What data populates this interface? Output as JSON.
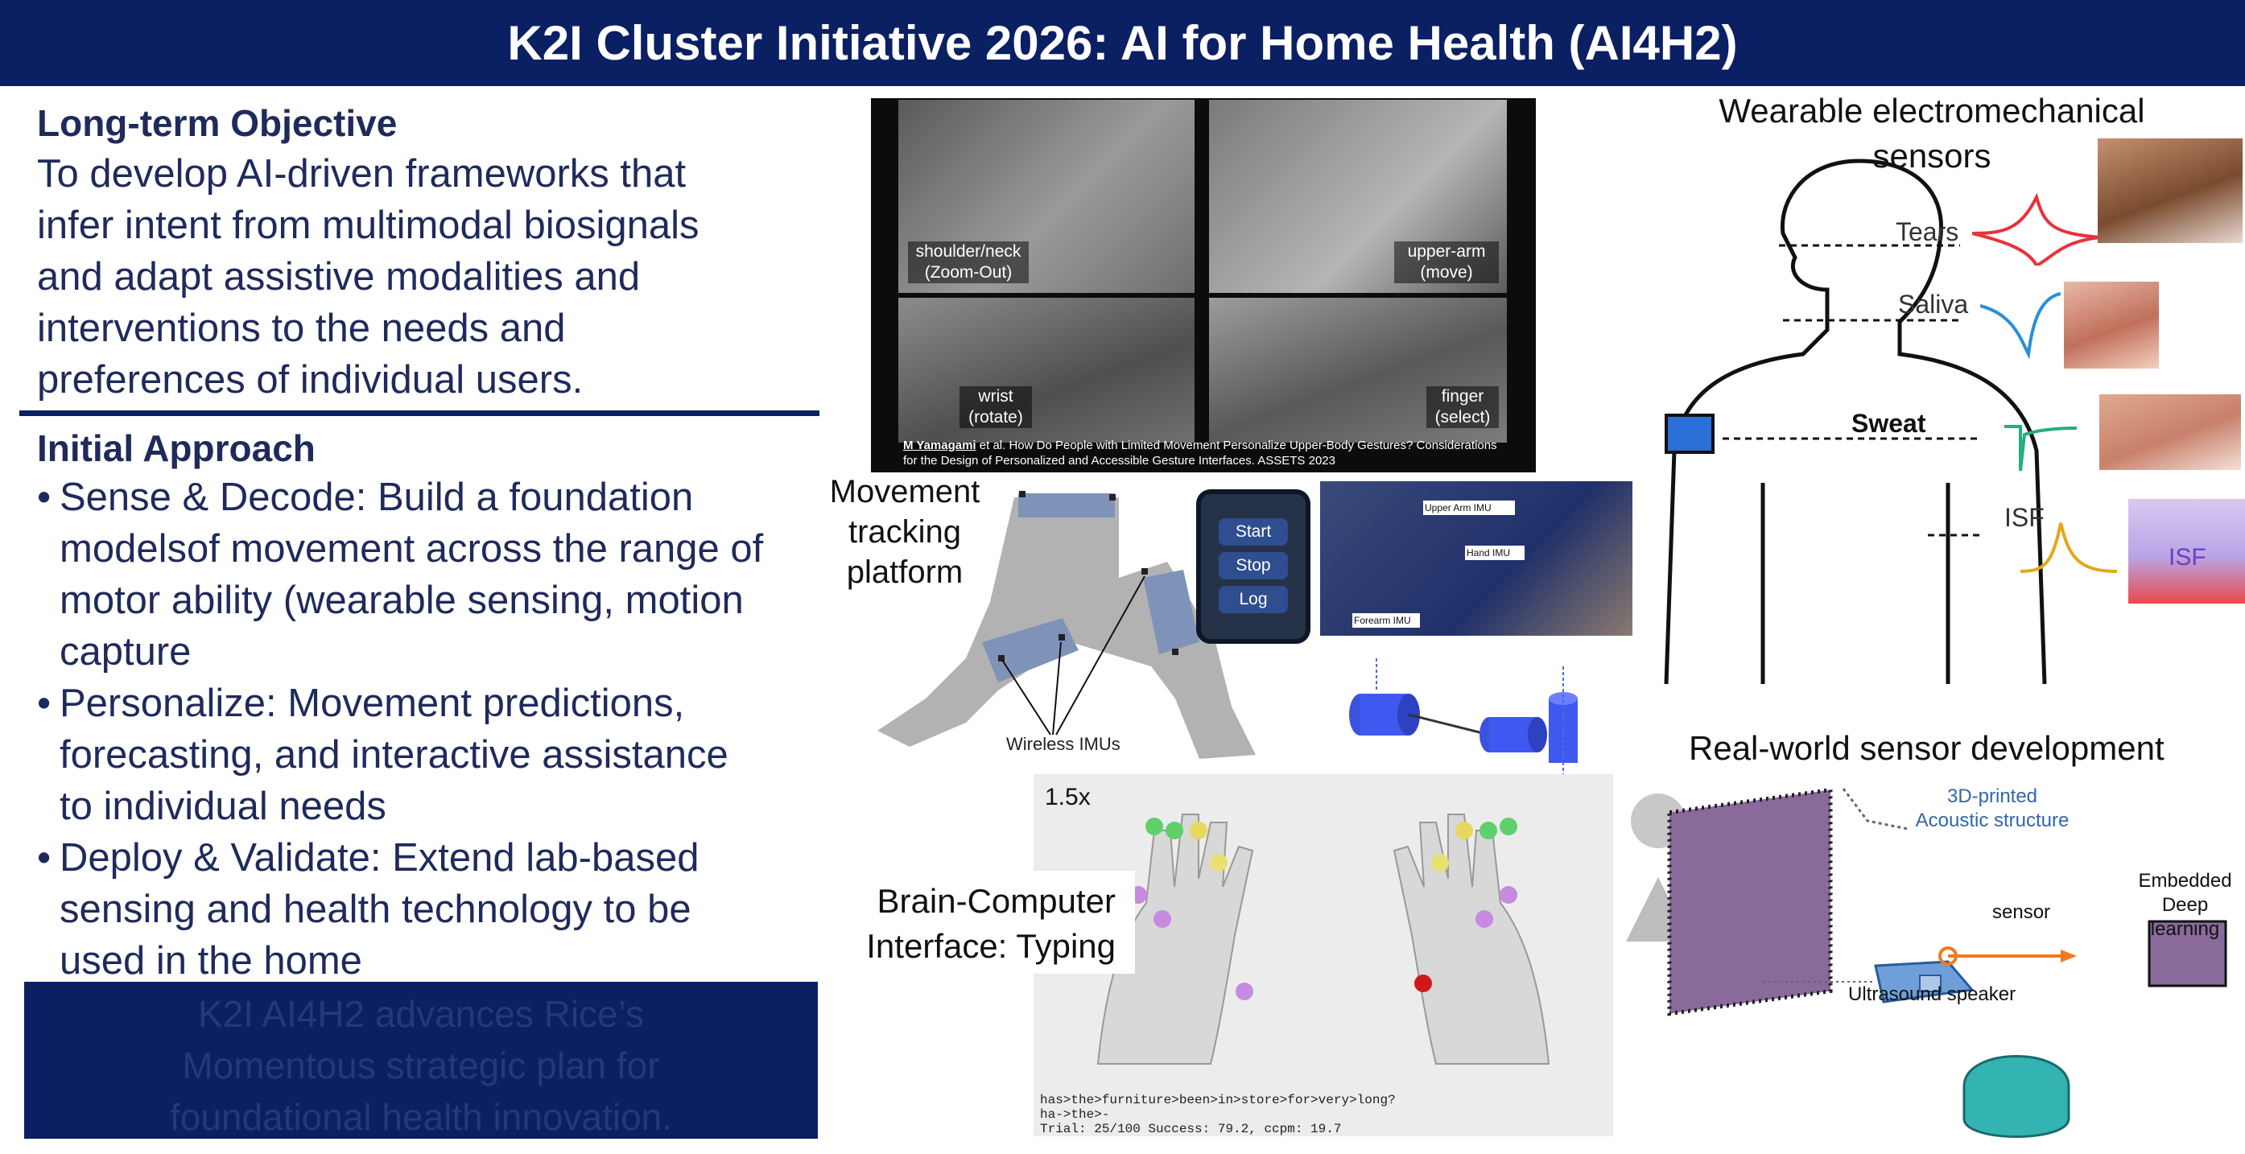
{
  "banner": {
    "title": "K2I Cluster Initiative 2026: AI for Home Health (AI4H2)"
  },
  "objective": {
    "heading": "Long-term Objective",
    "lines": [
      "To develop AI-driven frameworks that",
      "infer intent from multimodal biosignals",
      "and adapt assistive modalities and",
      "interventions to the needs and",
      "preferences of individual users."
    ]
  },
  "approach": {
    "heading": "Initial Approach",
    "items": [
      [
        "Sense & Decode: Build a foundation",
        "modelsof movement across the range of",
        "motor ability (wearable sensing, motion",
        "capture"
      ],
      [
        " Personalize: Movement predictions,",
        "forecasting, and interactive assistance",
        "to individual needs"
      ],
      [
        "Deploy & Validate: Extend lab-based",
        "sensing and health technology to be",
        "used in the home"
      ]
    ]
  },
  "callout": {
    "lines": [
      "K2I AI4H2 advances Rice’s",
      "Momentous strategic plan for",
      "foundational health innovation."
    ]
  },
  "gesture_figure": {
    "panels": [
      [
        "shoulder/neck",
        "(Zoom-Out)"
      ],
      [
        "upper-arm",
        "(move)"
      ],
      [
        "wrist",
        "(rotate)"
      ],
      [
        "finger",
        "(select)"
      ]
    ],
    "citation_author": "M Yamagami",
    "citation_rest": " et al. How Do People with Limited Movement Personalize Upper-Body Gestures? Considerations",
    "citation_line2": "for the Design of Personalized and Accessible Gesture Interfaces. ASSETS 2023"
  },
  "movement": {
    "label_lines": [
      "Movement",
      "tracking",
      "platform"
    ],
    "imu_label": "Wireless IMUs",
    "app_buttons": [
      "Start",
      "Stop",
      "Log"
    ],
    "arm_labels": [
      "Upper Arm IMU",
      "Hand IMU",
      "Forearm IMU"
    ]
  },
  "bci": {
    "label_lines": [
      "Brain-Computer",
      "Interface: Typing"
    ],
    "zoom": "1.5x",
    "status_line1": "has>the>furniture>been>in>store>for>very>long?",
    "status_line2": "ha->the>-",
    "status_line3": "Trial: 25/100 Success: 79.2, ccpm: 19.7"
  },
  "wearable": {
    "title_lines": [
      "Wearable electromechanical",
      "sensors"
    ],
    "labels": [
      "Tears",
      "Saliva",
      "Sweat",
      "ISF"
    ],
    "isf_inset": "ISF",
    "colors": {
      "tears": "#e8323c",
      "saliva": "#2a8fd6",
      "sweat": "#23b07a",
      "isf": "#e2a818"
    }
  },
  "realworld": {
    "title": "Real-world sensor development",
    "labels": {
      "acoustic_line1": "3D-printed",
      "acoustic_line2": "Acoustic structure",
      "sensor": "sensor",
      "embedded_line1": "Embedded",
      "embedded_line2": "Deep learning",
      "speaker": "Ultrasound speaker"
    }
  }
}
